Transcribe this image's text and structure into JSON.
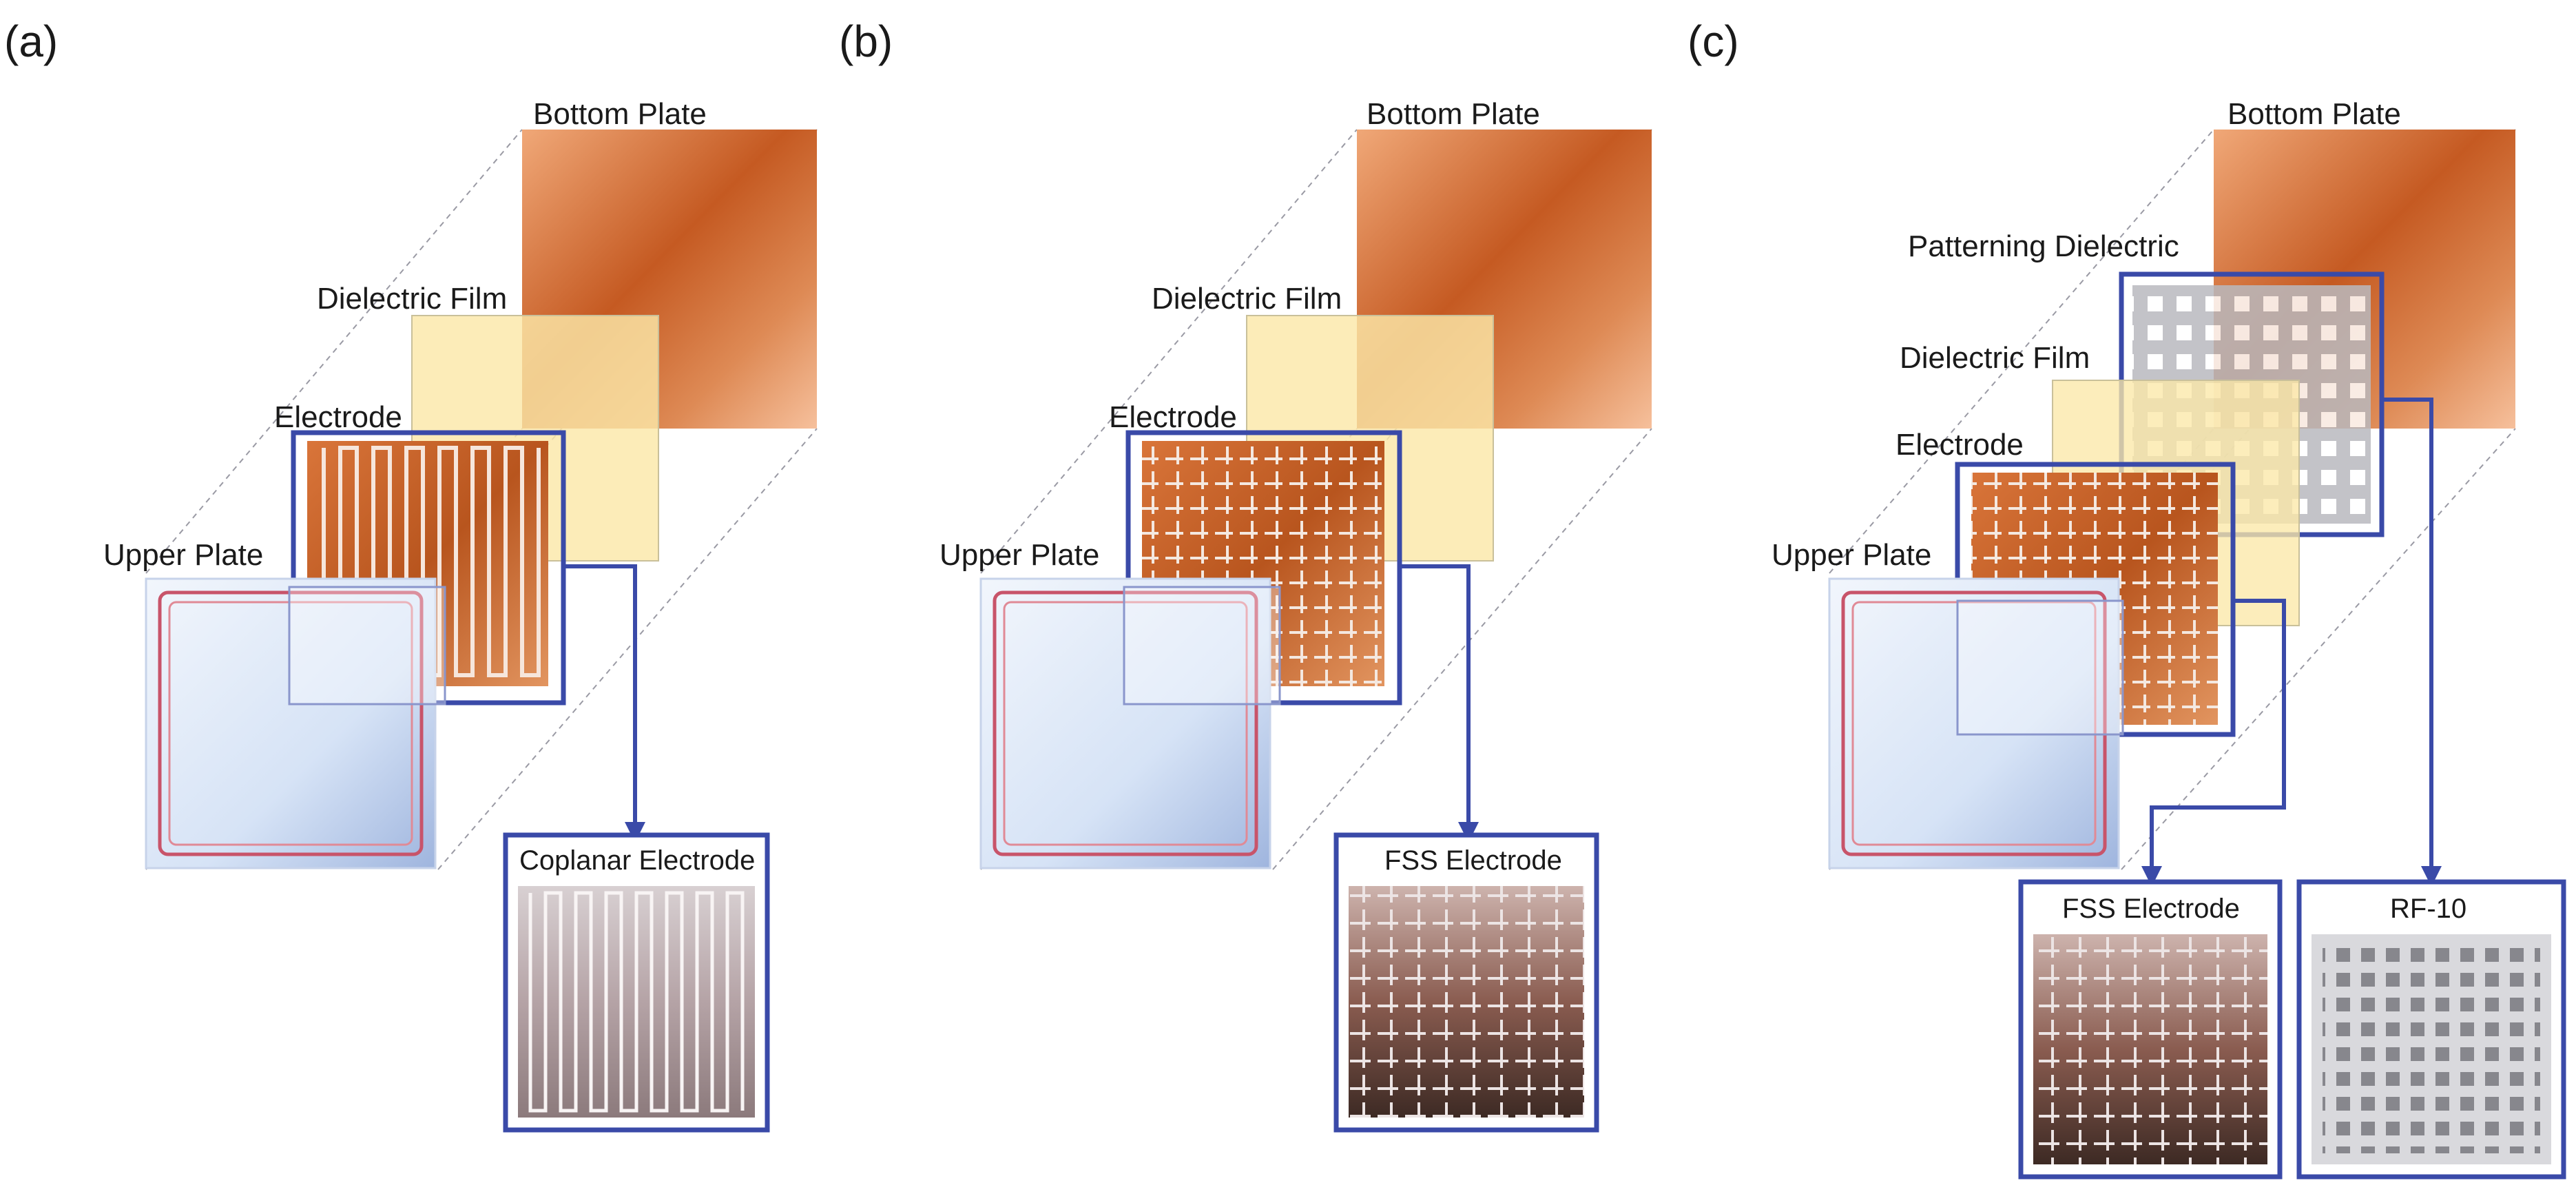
{
  "panels": [
    {
      "label": "(a)",
      "layers": {
        "bottom_plate": "Bottom Plate",
        "dielectric_film": "Dielectric Film",
        "electrode": "Electrode",
        "upper_plate": "Upper Plate"
      },
      "callouts": [
        "Coplanar Electrode"
      ]
    },
    {
      "label": "(b)",
      "layers": {
        "bottom_plate": "Bottom Plate",
        "dielectric_film": "Dielectric Film",
        "electrode": "Electrode",
        "upper_plate": "Upper Plate"
      },
      "callouts": [
        "FSS Electrode"
      ]
    },
    {
      "label": "(c)",
      "layers": {
        "bottom_plate": "Bottom Plate",
        "patterning_dielectric": "Patterning Dielectric",
        "dielectric_film": "Dielectric Film",
        "electrode": "Electrode",
        "upper_plate": "Upper Plate"
      },
      "callouts": [
        "FSS Electrode",
        "RF-10"
      ]
    }
  ],
  "colors": {
    "copper": "#c8642a",
    "copper_light": "#f3b48a",
    "dielectric_film": "#fbe8a8",
    "upper_plate": "#d9e5f6",
    "highlight_frame": "#3a4aa8",
    "photo_dark": "#3d2a24"
  }
}
